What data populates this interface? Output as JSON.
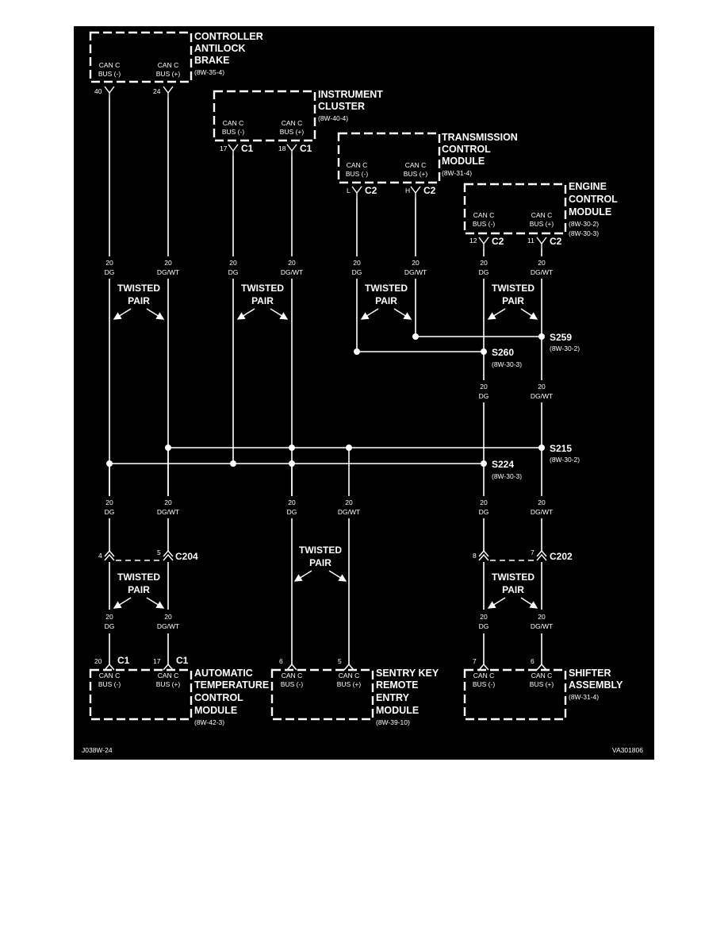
{
  "colors": {
    "background": "#000000",
    "foreground": "#ffffff",
    "page": "#ffffff"
  },
  "modules": {
    "abs": {
      "title": [
        "CONTROLLER",
        "ANTILOCK",
        "BRAKE"
      ],
      "ref": "(8W-35-4)",
      "bus_neg": [
        "CAN C",
        "BUS (-)"
      ],
      "bus_pos": [
        "CAN C",
        "BUS (+)"
      ],
      "pin_neg": "40",
      "pin_pos": "24"
    },
    "ic": {
      "title": [
        "INSTRUMENT",
        "CLUSTER"
      ],
      "ref": "(8W-40-4)",
      "bus_neg": [
        "CAN C",
        "BUS (-)"
      ],
      "bus_pos": [
        "CAN C",
        "BUS (+)"
      ],
      "pin_neg": "17",
      "pin_pos": "18",
      "conn_neg": "C1",
      "conn_pos": "C1"
    },
    "tcm": {
      "title": [
        "TRANSMISSION",
        "CONTROL",
        "MODULE"
      ],
      "ref": "(8W-31-4)",
      "bus_neg": [
        "CAN C",
        "BUS (-)"
      ],
      "bus_pos": [
        "CAN C",
        "BUS (+)"
      ],
      "pin_neg": "L",
      "pin_pos": "H",
      "conn_neg": "C2",
      "conn_pos": "C2"
    },
    "ecm": {
      "title": [
        "ENGINE",
        "CONTROL",
        "MODULE"
      ],
      "ref": [
        "(8W-30-2)",
        "(8W-30-3)"
      ],
      "bus_neg": [
        "CAN C",
        "BUS (-)"
      ],
      "bus_pos": [
        "CAN C",
        "BUS (+)"
      ],
      "pin_neg": "12",
      "pin_pos": "11",
      "conn_neg": "C2",
      "conn_pos": "C2"
    },
    "atc": {
      "title": [
        "AUTOMATIC",
        "TEMPERATURE",
        "CONTROL",
        "MODULE"
      ],
      "ref": "(8W-42-3)",
      "bus_neg": [
        "CAN C",
        "BUS (-)"
      ],
      "bus_pos": [
        "CAN C",
        "BUS (+)"
      ],
      "pin_neg": "20",
      "pin_pos": "17",
      "conn_neg": "C1",
      "conn_pos": "C1"
    },
    "skrem": {
      "title": [
        "SENTRY KEY",
        "REMOTE",
        "ENTRY",
        "MODULE"
      ],
      "ref": "(8W-39-10)",
      "bus_neg": [
        "CAN C",
        "BUS (-)"
      ],
      "bus_pos": [
        "CAN C",
        "BUS (+)"
      ],
      "pin_neg": "6",
      "pin_pos": "5"
    },
    "shifter": {
      "title": [
        "SHIFTER",
        "ASSEMBLY"
      ],
      "ref": "(8W-31-4)",
      "bus_neg": [
        "CAN C",
        "BUS (-)"
      ],
      "bus_pos": [
        "CAN C",
        "BUS (+)"
      ],
      "pin_neg": "7",
      "pin_pos": "6"
    }
  },
  "wires": {
    "gauge": "20",
    "neg_color": "DG",
    "pos_color": "DG/WT"
  },
  "twisted_pair": [
    "TWISTED",
    "PAIR"
  ],
  "splices": {
    "s259": {
      "label": "S259",
      "ref": "(8W-30-2)"
    },
    "s260": {
      "label": "S260",
      "ref": "(8W-30-3)"
    },
    "s215": {
      "label": "S215",
      "ref": "(8W-30-2)"
    },
    "s224": {
      "label": "S224",
      "ref": "(8W-30-3)"
    }
  },
  "inline_connectors": {
    "c204": {
      "label": "C204",
      "pin_neg": "4",
      "pin_pos": "5"
    },
    "c202": {
      "label": "C202",
      "pin_neg": "8",
      "pin_pos": "7"
    }
  },
  "footer": {
    "left": "J038W-24",
    "right": "VA301806"
  }
}
